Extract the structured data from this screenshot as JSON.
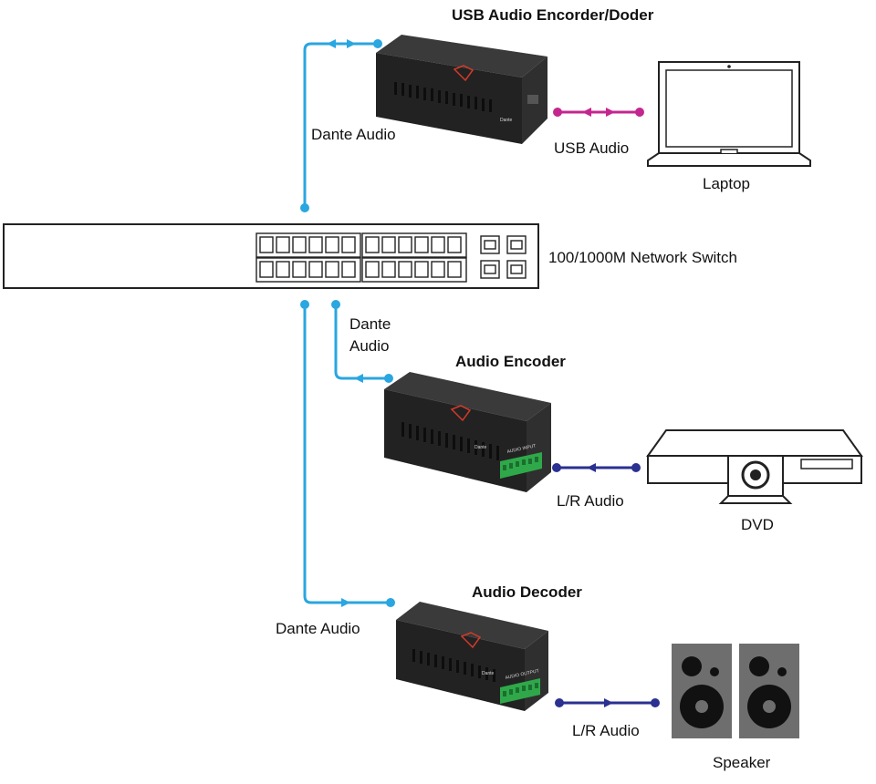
{
  "title_usb": "USB Audio Encorder/Doder",
  "title_encoder": "Audio Encoder",
  "title_decoder": "Audio Decoder",
  "switch_label": "100/1000M Network Switch",
  "label_laptop": "Laptop",
  "label_dvd": "DVD",
  "label_speaker": "Speaker",
  "conn_dante_top": "Dante Audio",
  "conn_usb_audio": "USB Audio",
  "conn_dante_mid_line1": "Dante",
  "conn_dante_mid_line2": "Audio",
  "conn_lr_encoder": "L/R Audio",
  "conn_dante_bottom": "Dante Audio",
  "conn_lr_decoder": "L/R Audio",
  "device_brand": "Dante",
  "encoder_panel": "AUDIO INPUT",
  "decoder_panel": "AUDIO OUTPUT",
  "colors": {
    "dante_line": "#2aa6e0",
    "usb_line": "#c4268f",
    "lr_line": "#2a3190",
    "device_body": "#2b2b2b",
    "device_top": "#3a3a3a",
    "logo": "#d23a2a",
    "terminal": "#2fa84a",
    "speaker_box": "#6e6e6e"
  },
  "icons": [
    "usb-encoder-device",
    "audio-encoder-device",
    "audio-decoder-device",
    "laptop-icon",
    "dvd-player-icon",
    "speaker-icon",
    "network-switch"
  ]
}
